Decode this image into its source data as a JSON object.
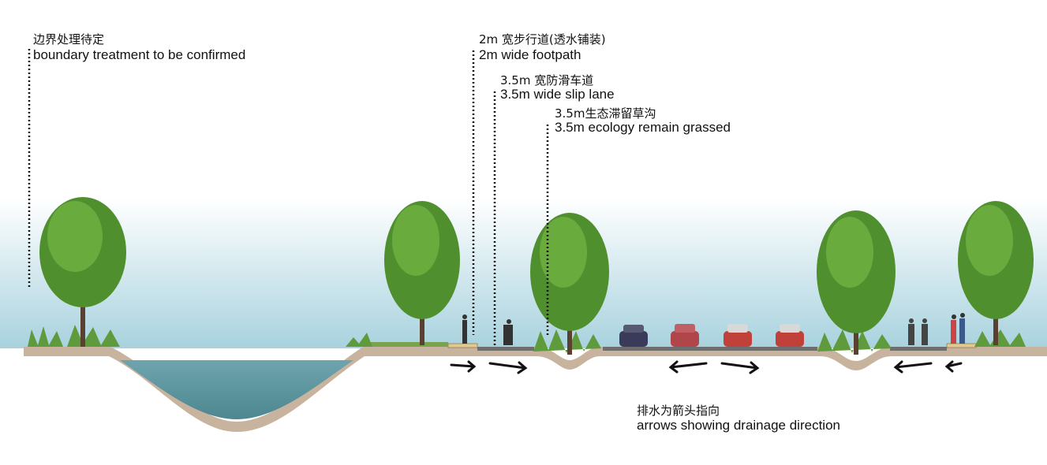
{
  "labels": {
    "boundary": {
      "cn": "边界处理待定",
      "en": "boundary treatment to be confirmed"
    },
    "footpath": {
      "cn": "2m 宽步行道(透水铺装)",
      "en": "2m wide footpath"
    },
    "slip_lane": {
      "cn": "3.5m 宽防滑车道",
      "en": "3.5m wide slip lane"
    },
    "swale": {
      "cn": "3.5m生态滞留草沟",
      "en": "3.5m ecology remain grassed"
    },
    "drainage": {
      "cn": "排水为箭头指向",
      "en": "arrows showing drainage direction"
    }
  },
  "drainage_arrows": [
    "right",
    "right",
    "left",
    "right",
    "left",
    "left"
  ],
  "colors": {
    "sky": "#a9d3df",
    "water": "#5f9aa3",
    "soil": "#c9b4a0",
    "road": "#6e6e6e",
    "paving": "#e3c98b",
    "tree": "#4f8f2e"
  }
}
